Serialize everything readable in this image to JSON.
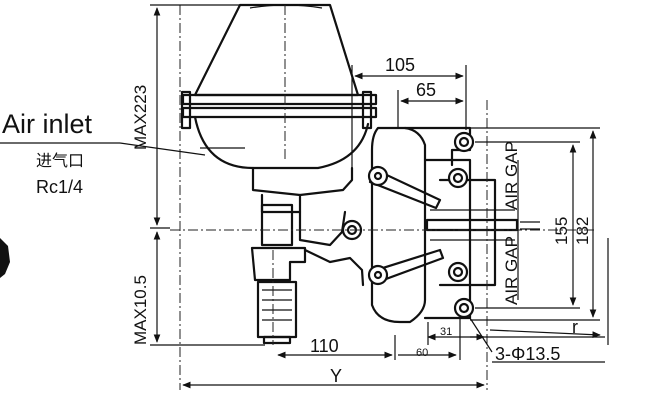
{
  "labels": {
    "air_inlet": "Air inlet",
    "air_inlet_cn": "进气口",
    "thread": "Rc1/4",
    "air_gap": "AIR GAP"
  },
  "dimensions": {
    "max_height": "MAX223",
    "max_lower": "MAX10.5",
    "d105": "105",
    "d65": "65",
    "d155": "155",
    "d182": "182",
    "d110": "110",
    "d60": "60",
    "d31": "31",
    "r": "r",
    "holes": "3-Φ13.5",
    "y": "Y"
  }
}
